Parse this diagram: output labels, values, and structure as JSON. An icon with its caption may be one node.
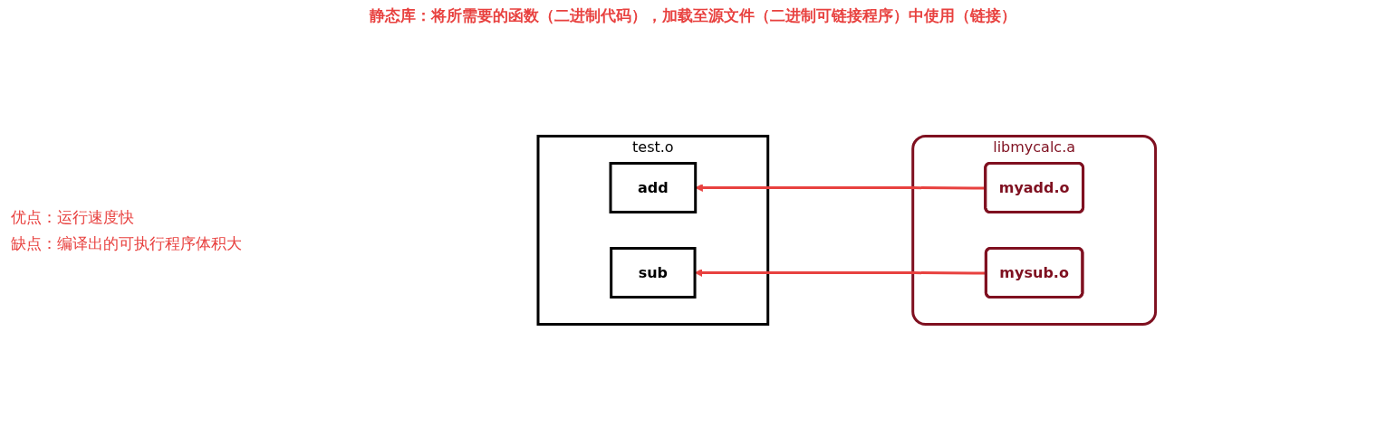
{
  "diagram": {
    "title": "静态库：将所需要的函数（二进制代码），加载至源文件（二进制可链接程序）中使用（链接）",
    "nodes": [
      {
        "text": [
          "test.o"
        ]
      },
      {
        "text": [
          "add"
        ],
        "in": 0
      },
      {
        "text": [
          "sub"
        ],
        "in": 0
      },
      {
        "text": [
          "libmycalc.a"
        ]
      },
      {
        "text": [
          "myadd.o"
        ],
        "in": 3
      },
      {
        "text": [
          "mysub.o"
        ],
        "in": 3
      }
    ],
    "edges": [
      {
        "from": 4,
        "to": 1,
        "arrow": "to",
        "color": "#e8413f"
      },
      {
        "from": 5,
        "to": 2,
        "arrow": "to",
        "color": "#e8413f"
      }
    ],
    "labels": [
      "优点：运行速度快",
      "缺点：编译出的可执行程序体积大"
    ]
  }
}
